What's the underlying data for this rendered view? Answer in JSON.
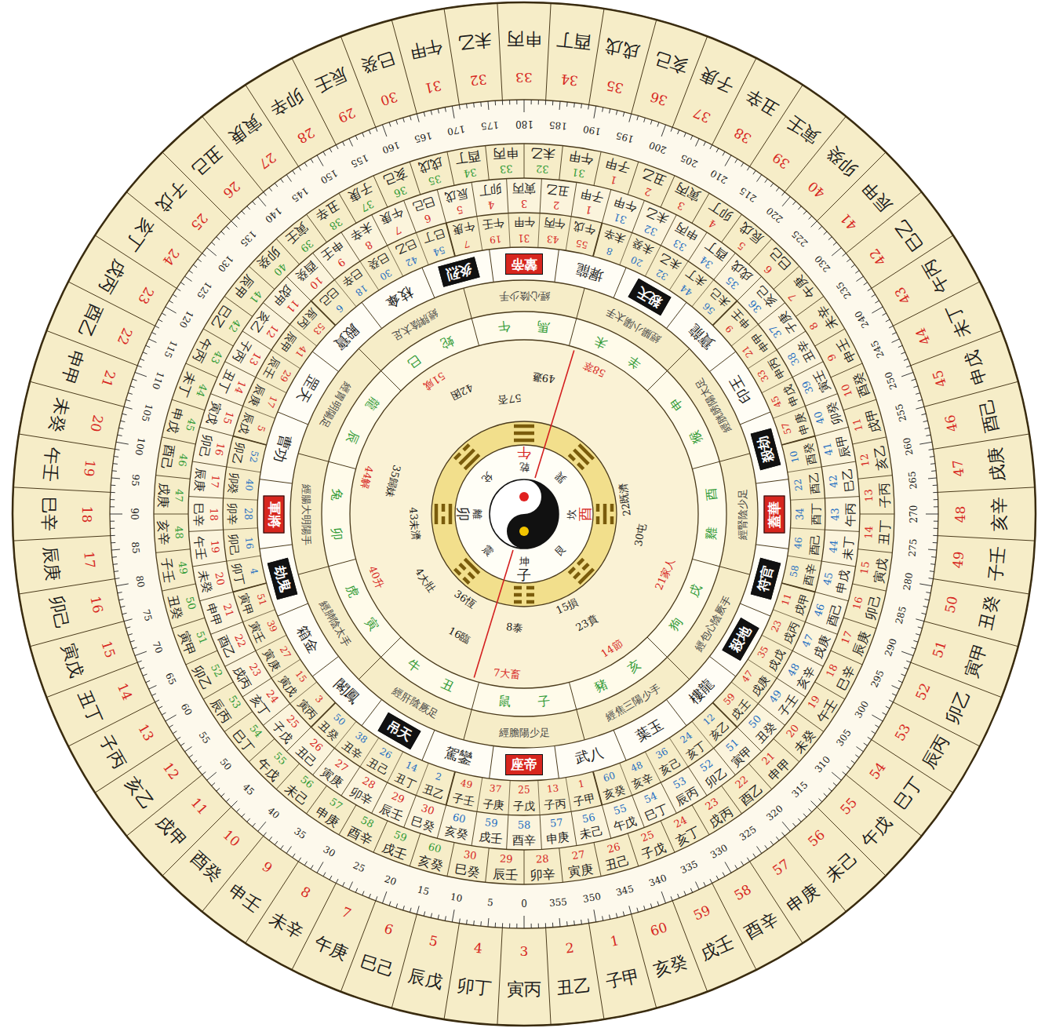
{
  "diagram": {
    "nodes": [
      {
        "text": [
          "座帝"
        ]
      },
      {
        "text": [
          "吊天"
        ]
      },
      {
        "text": [
          "劫鬼"
        ]
      },
      {
        "text": [
          "軍將"
        ]
      },
      {
        "text": [
          "炎烈"
        ]
      },
      {
        "text": [
          "輦帝"
        ]
      },
      {
        "text": [
          "殺天"
        ]
      },
      {
        "text": [
          "殺劫"
        ]
      },
      {
        "text": [
          "蓋華"
        ]
      },
      {
        "text": [
          "符官"
        ]
      },
      {
        "text": [
          "殺地"
        ]
      }
    ],
    "labels": [
      "1",
      "子甲",
      "2",
      "丑乙",
      "3",
      "寅丙",
      "4",
      "卯丁",
      "5",
      "辰戊",
      "6",
      "巳己",
      "7",
      "午庚",
      "8",
      "未辛",
      "9",
      "申壬",
      "10",
      "酉癸",
      "11",
      "戌甲",
      "12",
      "亥乙",
      "13",
      "子丙",
      "14",
      "丑丁",
      "15",
      "寅戊",
      "16",
      "卯己",
      "17",
      "辰庚",
      "18",
      "巳辛",
      "19",
      "午壬",
      "20",
      "未癸",
      "21",
      "申甲",
      "22",
      "酉乙",
      "23",
      "戌丙",
      "24",
      "亥丁",
      "25",
      "子戊",
      "26",
      "丑己",
      "27",
      "寅庚",
      "28",
      "卯辛",
      "29",
      "辰壬",
      "30",
      "巳癸",
      "31",
      "午甲",
      "32",
      "未乙",
      "33",
      "申丙",
      "34",
      "酉丁",
      "35",
      "戌戊",
      "36",
      "亥己",
      "37",
      "子庚",
      "38",
      "丑辛",
      "39",
      "寅壬",
      "40",
      "卯癸",
      "41",
      "辰甲",
      "42",
      "巳乙",
      "43",
      "午丙",
      "44",
      "未丁",
      "45",
      "申戊",
      "46",
      "酉己",
      "47",
      "戌庚",
      "48",
      "亥辛",
      "49",
      "子壬",
      "50",
      "丑癸",
      "51",
      "寅甲",
      "52",
      "卯乙",
      "53",
      "辰丙",
      "54",
      "巳丁",
      "55",
      "午戊",
      "56",
      "未己",
      "57",
      "申庚",
      "58",
      "酉辛",
      "59",
      "戌壬",
      "60",
      "亥癸",
      "0",
      "5",
      "10",
      "15",
      "20",
      "25",
      "30",
      "35",
      "40",
      "45",
      "50",
      "55",
      "60",
      "65",
      "70",
      "75",
      "80",
      "85",
      "90",
      "95",
      "100",
      "105",
      "110",
      "115",
      "120",
      "125",
      "130",
      "135",
      "140",
      "145",
      "150",
      "155",
      "160",
      "165",
      "170",
      "175",
      "180",
      "185",
      "190",
      "195",
      "200",
      "205",
      "210",
      "215",
      "220",
      "225",
      "230",
      "235",
      "240",
      "245",
      "250",
      "255",
      "260",
      "265",
      "270",
      "275",
      "280",
      "285",
      "290",
      "295",
      "300",
      "305",
      "310",
      "315",
      "320",
      "325",
      "330",
      "335",
      "340",
      "345",
      "350",
      "355",
      "1",
      "子甲",
      "2",
      "丑乙",
      "3",
      "寅丙",
      "4",
      "卯丁",
      "5",
      "辰戊",
      "6",
      "巳己",
      "7",
      "午庚",
      "8",
      "未辛",
      "9",
      "申壬",
      "10",
      "酉癸",
      "11",
      "戌甲",
      "12",
      "亥乙",
      "13",
      "子丙",
      "14",
      "丑丁",
      "15",
      "寅戊",
      "16",
      "卯己",
      "17",
      "辰庚",
      "18",
      "巳辛",
      "19",
      "午壬",
      "20",
      "未癸",
      "21",
      "申甲",
      "22",
      "酉乙",
      "23",
      "戌丙",
      "24",
      "亥丁",
      "25",
      "子戊",
      "26",
      "丑己",
      "27",
      "寅庚",
      "28",
      "卯辛",
      "29",
      "辰壬",
      "30",
      "巳癸",
      "31",
      "午甲",
      "32",
      "未乙",
      "33",
      "申丙",
      "34",
      "酉丁",
      "35",
      "戌戊",
      "36",
      "亥己",
      "37",
      "子庚",
      "38",
      "丑辛",
      "39",
      "寅壬",
      "40",
      "卯癸",
      "41",
      "辰甲",
      "42",
      "巳乙",
      "43",
      "午丙",
      "44",
      "未丁",
      "45",
      "申戊",
      "46",
      "酉己",
      "47",
      "戌庚",
      "48",
      "亥辛",
      "49",
      "子壬",
      "50",
      "丑癸",
      "51",
      "寅甲",
      "52",
      "卯乙",
      "53",
      "辰丙",
      "54",
      "巳丁",
      "55",
      "午戊",
      "56",
      "未己",
      "57",
      "申庚",
      "58",
      "酉辛",
      "59",
      "戌壬",
      "60",
      "亥癸",
      "1",
      "子甲",
      "2",
      "丑乙",
      "3",
      "寅丙",
      "4",
      "卯丁",
      "5",
      "辰戊",
      "6",
      "巳己",
      "7",
      "午庚",
      "8",
      "未辛",
      "9",
      "申壬",
      "10",
      "酉癸",
      "11",
      "戌甲",
      "12",
      "亥乙",
      "13",
      "子丙",
      "14",
      "丑丁",
      "15",
      "寅戊",
      "16",
      "卯己",
      "17",
      "辰庚",
      "18",
      "巳辛",
      "19",
      "午壬",
      "20",
      "未癸",
      "21",
      "申甲",
      "22",
      "酉乙",
      "23",
      "戌丙",
      "24",
      "亥丁",
      "25",
      "子戊",
      "26",
      "丑己",
      "27",
      "寅庚",
      "28",
      "卯辛",
      "29",
      "辰壬",
      "30",
      "巳癸",
      "31",
      "午甲",
      "32",
      "未乙",
      "33",
      "申丙",
      "34",
      "酉丁",
      "35",
      "戌戊",
      "36",
      "亥己",
      "37",
      "子庚",
      "38",
      "丑辛",
      "39",
      "寅壬",
      "40",
      "卯癸",
      "41",
      "辰甲",
      "42",
      "巳乙",
      "43",
      "午丙",
      "44",
      "未丁",
      "45",
      "申戊",
      "46",
      "酉己",
      "47",
      "戌庚",
      "48",
      "亥辛",
      "49",
      "子壬",
      "50",
      "丑癸",
      "51",
      "寅甲",
      "52",
      "卯乙",
      "53",
      "辰丙",
      "54",
      "巳丁",
      "55",
      "午戊",
      "56",
      "未己",
      "57",
      "申庚",
      "58",
      "酉辛",
      "59",
      "戌壬",
      "60",
      "亥癸",
      "1",
      "子甲",
      "13",
      "子丙",
      "25",
      "子戊",
      "37",
      "子庚",
      "49",
      "子壬",
      "2",
      "丑乙",
      "14",
      "丑丁",
      "26",
      "丑己",
      "38",
      "丑辛",
      "50",
      "丑癸",
      "3",
      "寅丙",
      "15",
      "寅戊",
      "27",
      "寅庚",
      "39",
      "寅壬",
      "51",
      "寅甲",
      "4",
      "卯丁",
      "16",
      "卯己",
      "28",
      "卯辛",
      "40",
      "卯癸",
      "52",
      "卯乙",
      "5",
      "辰戊",
      "17",
      "辰庚",
      "29",
      "辰壬",
      "41",
      "辰甲",
      "53",
      "辰丙",
      "6",
      "巳己",
      "18",
      "巳辛",
      "30",
      "巳癸",
      "42",
      "巳乙",
      "54",
      "巳丁",
      "7",
      "午庚",
      "19",
      "午壬",
      "31",
      "午甲",
      "43",
      "午丙",
      "55",
      "午戊",
      "8",
      "未辛",
      "20",
      "未癸",
      "32",
      "未乙",
      "44",
      "未丁",
      "56",
      "未己",
      "9",
      "申壬",
      "21",
      "申甲",
      "33",
      "申丙",
      "45",
      "申戊",
      "57",
      "申庚",
      "10",
      "酉癸",
      "22",
      "酉乙",
      "34",
      "酉丁",
      "46",
      "酉己",
      "58",
      "酉辛",
      "11",
      "戌甲",
      "23",
      "戌丙",
      "35",
      "戌戊",
      "47",
      "戌庚",
      "59",
      "戌壬",
      "12",
      "亥乙",
      "24",
      "亥丁",
      "36",
      "亥己",
      "48",
      "亥辛",
      "60",
      "亥癸",
      "駕鑾",
      "閣鳳",
      "箱金",
      "曹功",
      "罡天",
      "殿寶",
      "枝傘",
      "墀龍",
      "寶龍",
      "印王",
      "樓龍",
      "葉玉",
      "武八",
      "經膽陽少足",
      "經肝陰厥足",
      "經肺陰太手",
      "經腸大明陽手",
      "經胃明陽足",
      "經脾陰太足",
      "經心陰少手",
      "經腸小陽太手",
      "經胱膀陽太足",
      "經腎陰少足",
      "經包心陰厥手",
      "經焦三陽少手",
      "鼠",
      "子",
      "牛",
      "丑",
      "虎",
      "寅",
      "兔",
      "卯",
      "龍",
      "辰",
      "蛇",
      "巳",
      "馬",
      "午",
      "羊",
      "未",
      "猴",
      "申",
      "雞",
      "酉",
      "狗",
      "戌",
      "豬",
      "亥",
      "58萃",
      "49遯",
      "57否",
      "42困",
      "51咸",
      "44解",
      "35歸妹",
      "43未濟",
      "40升",
      "4大壯",
      "36恆",
      "8泰",
      "16臨",
      "7大畜",
      "23賁",
      "15損",
      "14節",
      "21家人",
      "30屯",
      "22既濟",
      "午",
      "乾",
      "子",
      "坤",
      "卯",
      "離",
      "酉",
      "坎",
      "兌",
      "巽",
      "震",
      "艮"
    ]
  }
}
